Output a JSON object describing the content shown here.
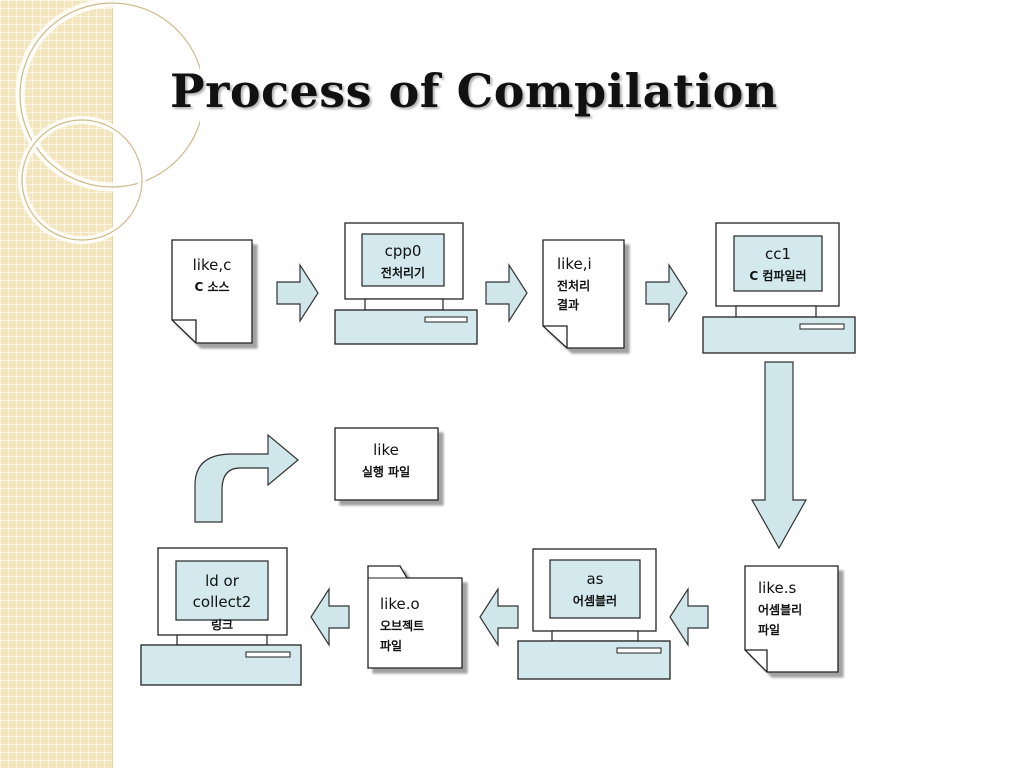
{
  "title": "Process of Compilation",
  "colors": {
    "arrow_fill": "#cfe6ea",
    "arrow_stroke": "#333333",
    "screen_fill": "#d3e9ee",
    "sidebar": "#f3e6bf"
  },
  "nodes": {
    "source": {
      "lines": [
        "like,c",
        "C 소스"
      ]
    },
    "cpp0": {
      "lines": [
        "cpp0",
        "전처리기"
      ]
    },
    "preprocessed": {
      "lines": [
        "like,i",
        "전처리",
        "결과"
      ]
    },
    "cc1": {
      "lines": [
        "cc1",
        "C 컴파일러"
      ]
    },
    "assembly": {
      "lines": [
        "like.s",
        "어셈블리",
        "파일"
      ]
    },
    "as": {
      "lines": [
        "as",
        "어셈블러"
      ]
    },
    "object": {
      "lines": [
        "like.o",
        "오브젝트",
        "파일"
      ]
    },
    "linker": {
      "lines": [
        "ld or",
        "collect2",
        "링크"
      ]
    },
    "executable": {
      "lines": [
        "like",
        "실행 파일"
      ]
    }
  }
}
